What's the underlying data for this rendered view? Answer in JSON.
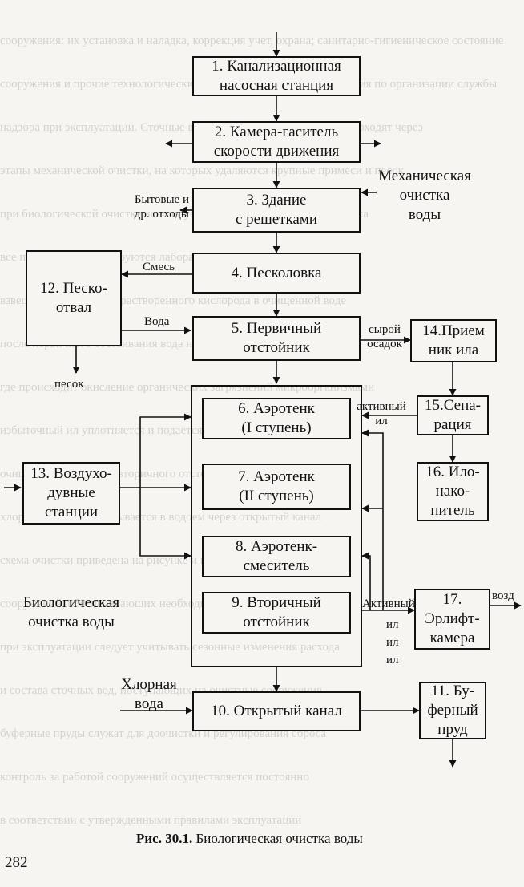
{
  "boxes": {
    "b1": [
      "1. Канализационная",
      "насосная станция"
    ],
    "b2": [
      "2. Камера-гаситель",
      "скорости движения"
    ],
    "b3": [
      "3. Здание",
      "с решетками"
    ],
    "b4": [
      "4. Песколовка"
    ],
    "b5": [
      "5. Первичный",
      "отстойник"
    ],
    "b6": [
      "6. Аэротенк",
      "(I ступень)"
    ],
    "b7": [
      "7. Аэротенк",
      "(II ступень)"
    ],
    "b8": [
      "8. Аэротенк-",
      "смеситель"
    ],
    "b9": [
      "9. Вторичный",
      "отстойник"
    ],
    "b10": [
      "10. Открытый канал"
    ],
    "b11": [
      "11. Бу-",
      "ферный",
      "пруд"
    ],
    "b12": [
      "12. Песко-",
      "отвал"
    ],
    "b13": [
      "13. Воздухо-",
      "дувные",
      "станции"
    ],
    "b14": [
      "14.Прием",
      "ник ила"
    ],
    "b15": [
      "15.Сепа-",
      "рация"
    ],
    "b16": [
      "16. Ило-",
      "нако-",
      "питель"
    ],
    "b17": [
      "17.",
      "Эрлифт-",
      "камера"
    ]
  },
  "labels": {
    "mech": [
      "Механическая",
      "очистка",
      "воды"
    ],
    "household": [
      "Бытовые и",
      "др. отходы"
    ],
    "mix": "Смесь",
    "water": "Вода",
    "sand": "песок",
    "raw_sludge": [
      "сырой",
      "осадок"
    ],
    "active_sludge_top": [
      "активный",
      "ил"
    ],
    "active_sludge_bottom": [
      "Активный",
      "ил",
      "ил",
      "ил"
    ],
    "air": "возд",
    "bio": [
      "Биологическая",
      "очистка воды"
    ],
    "chlorine": [
      "Хлорная",
      "вода"
    ]
  },
  "caption": {
    "bold": "Рис. 30.1.",
    "text": " Биологическая очистка воды"
  },
  "page_number": "282"
}
